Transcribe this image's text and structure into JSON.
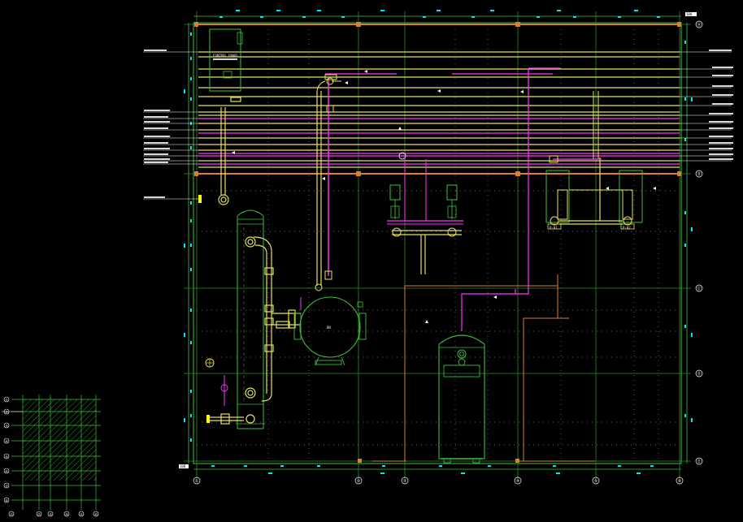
{
  "drawing": {
    "background": "#000000",
    "colors": {
      "frame_green": "#3cbf3c",
      "grid_green": "#2e8b2e",
      "yellow": "#e8e05a",
      "magenta": "#ff33ff",
      "orange": "#d9822b",
      "cyan": "#00e5ff",
      "white": "#ffffff",
      "dots": "#9a9a9a"
    },
    "grid_axes_bottom": [
      "①",
      "②",
      "③",
      "④",
      "⑤",
      "⑥"
    ],
    "grid_axes_right": [
      "Ⓐ",
      "Ⓑ",
      "Ⓒ",
      "Ⓓ",
      "Ⓔ"
    ],
    "equipment_labels": {
      "tank_label": "DN",
      "pump_left": "P-01",
      "pump_right": "P-02",
      "panel_label": "CONTROL PANEL"
    },
    "corner_tag": "100",
    "mini_plan_axes_left": [
      "①",
      "②",
      "③",
      "④",
      "⑤",
      "⑥",
      "⑦",
      "⑧"
    ],
    "mini_plan_axes_bottom": [
      "①",
      "②",
      "③",
      "④",
      "⑤",
      "⑥"
    ]
  }
}
